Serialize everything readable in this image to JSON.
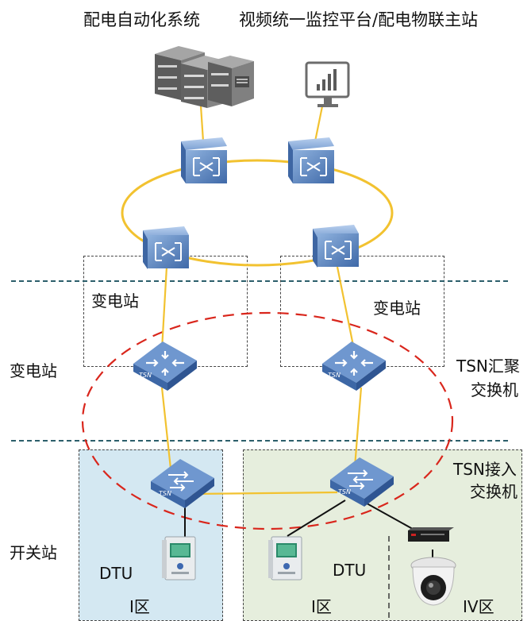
{
  "titles": {
    "left": "配电自动化系统",
    "right": "视频统一监控平台/配电物联主站"
  },
  "labels": {
    "substation_left_box": "变电站",
    "substation_right_box": "变电站",
    "substation_side": "变电站",
    "switchgear_side": "开关站",
    "tsn_agg_line1": "TSN汇聚",
    "tsn_agg_line2": "交换机",
    "tsn_access_line1": "TSN接入",
    "tsn_access_line2": "交换机",
    "dtu_left": "DTU",
    "dtu_right": "DTU",
    "zone_i_left": "I区",
    "zone_i_right": "I区",
    "zone_iv": "IV区",
    "tsn_badge": "TSN"
  },
  "colors": {
    "ring": "#f2c230",
    "red_dash": "#d9261c",
    "zone_left_bg": "#d4e8f2",
    "zone_right_bg": "#e6eedd",
    "switch_blue": "#5a86c0"
  }
}
